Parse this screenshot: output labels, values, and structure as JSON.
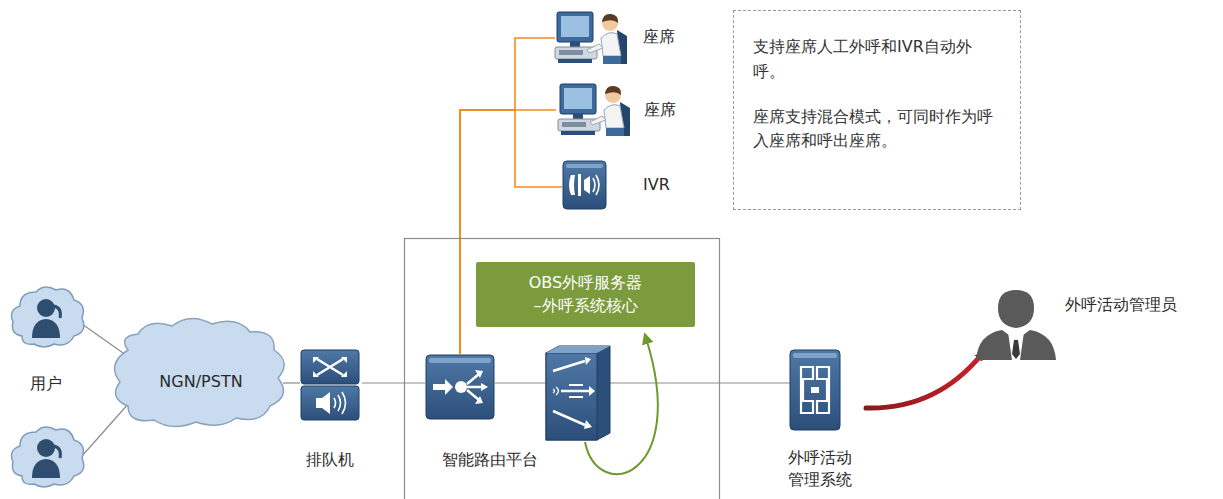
{
  "diagram": {
    "nodes": [
      {
        "text": [
          "座席"
        ]
      },
      {
        "text": [
          "座席"
        ]
      },
      {
        "text": [
          "IVR"
        ]
      },
      {
        "text": [
          "支持座席人工外呼和IVR自动外呼。",
          "座席支持混合模式，可同时作为呼入座席和呼出座席。"
        ]
      },
      {
        "text": [
          "用户"
        ]
      },
      {
        "text": [
          "NGN/PSTN"
        ]
      },
      {
        "text": [
          "排队机"
        ]
      },
      {
        "text": [
          "智能路由平台"
        ]
      },
      {
        "text": [
          "OBS外呼服务器",
          "–外呼系统核心"
        ]
      },
      {
        "text": [
          "外呼活动 管理系统"
        ]
      },
      {
        "text": [
          "外呼活动管理员"
        ]
      }
    ],
    "edges": [
      {
        "from": 4,
        "to": 5,
        "arrow": "none"
      },
      {
        "from": 5,
        "to": 6,
        "arrow": "none"
      },
      {
        "from": 6,
        "to": 7,
        "arrow": "none"
      },
      {
        "from": 7,
        "to": 0,
        "arrow": "none"
      },
      {
        "from": 7,
        "to": 1,
        "arrow": "none"
      },
      {
        "from": 7,
        "to": 2,
        "arrow": "none"
      },
      {
        "from": 7,
        "to": 9,
        "arrow": "none"
      },
      {
        "from": 9,
        "to": 10,
        "arrow": "to"
      }
    ]
  }
}
